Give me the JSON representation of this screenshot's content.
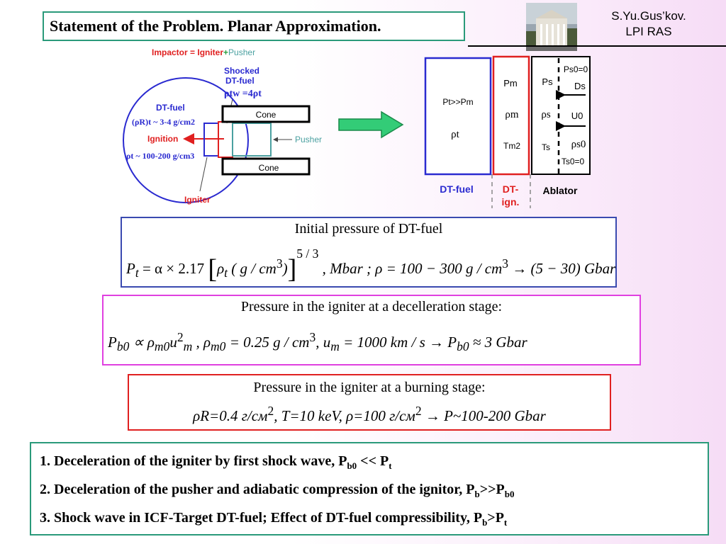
{
  "title": "Statement of the Problem. Planar Approximation.",
  "author": {
    "line1": "S.Yu.Gus’kov.",
    "line2": "LPI RAS"
  },
  "left_diagram": {
    "header_red": "Impactor = Igniter",
    "header_plus": "+",
    "header_pusher": "Pusher",
    "shocked_line1": "Shocked",
    "shocked_line2": "DT-fuel",
    "rho_tw": "ρtw =4ρt",
    "dt_fuel": "DT-fuel",
    "rho_r": "(ρR)t ~ 3-4 g/cm2",
    "ignition": "Ignition",
    "rho_t": "ρt ~ 100-200 g/cm3",
    "cone_top": "Cone",
    "cone_bottom": "Cone",
    "pusher": "Pusher",
    "igniter": "Igniter"
  },
  "right_diagram": {
    "pt_pm": "Pt>>Pm",
    "rho_t": "ρt",
    "pm": "Pm",
    "rho_m": "ρm",
    "tm2": "Tm2",
    "ps": "Ps",
    "rho_s": "ρs",
    "ts": "Ts",
    "ps0": "Ps0=0",
    "ds": "Ds",
    "u0": "U0",
    "rho_s0": "ρs0",
    "ts0": "Ts0=0",
    "label_fuel": "DT-fuel",
    "label_ign1": "DT-",
    "label_ign2": "ign.",
    "label_ablator": "Ablator"
  },
  "box1": {
    "title": "Initial pressure of DT-fuel",
    "eq_a": "P",
    "eq_b": "= α × 2.17",
    "eq_c": "ρ",
    "eq_d": "( g / cm",
    "eq_e": "3",
    "eq_f": ")",
    "eq_g": "5 / 3",
    "eq_h": ", Mbar ;   ρ = 100 − 300 g / cm",
    "eq_i": "3",
    "eq_j": "→ (5 − 30) Gbar",
    "sub_t1": "t",
    "sub_t2": "t"
  },
  "box2": {
    "title": "Pressure in the igniter at a decelleration stage:",
    "eq": "P",
    "eq_sub1": "b0",
    "eq_b": " ∝ ρ",
    "eq_sub2": "m0",
    "eq_c": "u",
    "eq_sup": "2",
    "eq_sub3": "m",
    "eq_d": " ,     ρ",
    "eq_sub4": "m0",
    "eq_e": " = 0.25 g / cm",
    "eq_sup2": "3",
    "eq_f": ",    u",
    "eq_sub5": "m",
    "eq_g": " = 1000 km / s     →     P",
    "eq_sub6": "b0",
    "eq_h": " ≈ 3 Gbar"
  },
  "box3": {
    "title": "Pressure in the igniter at a burning stage:",
    "eq": "ρR=0.4 г/см",
    "eq_sup1": "2",
    "eq_mid": ", T=10 keV, ρ=100 г/см",
    "eq_sup2": "2",
    "eq_end": " → P~100-200 Gbar"
  },
  "conclusions": [
    {
      "text": "1. Deceleration of the igniter by first  shock wave,  P",
      "s1": "b0",
      "mid": " << P",
      "s2": "t"
    },
    {
      "text": "2. Deceleration of the pusher and adiabatic compression of the ignitor, P",
      "s1": "b",
      "mid": ">>P",
      "s2": "b0"
    },
    {
      "text": "3. Shock wave in ICF-Target DT-fuel; Effect of DT-fuel compressibility, P",
      "s1": "b",
      "mid": ">P",
      "s2": "t"
    }
  ],
  "colors": {
    "teal": "#2a9a7a",
    "blue": "#2a2ad0",
    "red": "#e02020",
    "magenta": "#e040e0",
    "green": "#33cc77"
  }
}
